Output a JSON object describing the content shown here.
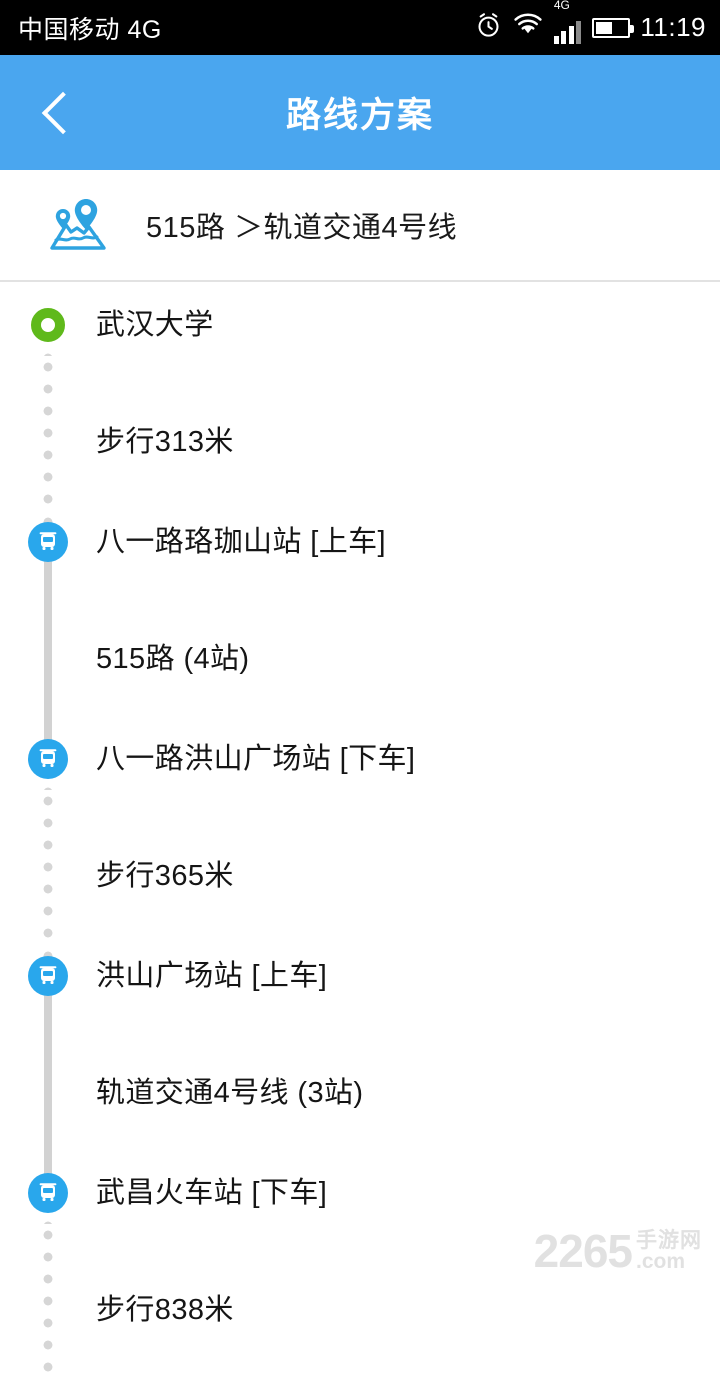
{
  "status_bar": {
    "carrier": "中国移动 4G",
    "time": "11:19",
    "network_label": "4G",
    "icons": [
      "alarm-clock-icon",
      "wifi-icon",
      "signal-bars-icon",
      "battery-icon"
    ],
    "battery_level_percent": 46
  },
  "app_bar": {
    "title": "路线方案",
    "back_label": "back-chevron-icon"
  },
  "summary": {
    "icon": "map-pins-icon",
    "text": "515路 ＞轨道交通4号线"
  },
  "colors": {
    "accent_blue": "#4aa6ef",
    "marker_blue": "#29a7ec",
    "start_green": "#5fb91b",
    "rail_gray": "#d2d2d2",
    "text": "#151515",
    "status_bar_bg": "#000000",
    "watermark_gray": "#c9c9c9"
  },
  "route_steps": [
    {
      "kind": "start",
      "marker": "start-ring-icon",
      "label": "武汉大学"
    },
    {
      "kind": "walk",
      "line": "dotted",
      "label": "步行313米"
    },
    {
      "kind": "stop",
      "marker": "bus-icon",
      "label": "八一路珞珈山站 [上车]"
    },
    {
      "kind": "ride",
      "line": "solid",
      "label": "515路 (4站)"
    },
    {
      "kind": "stop",
      "marker": "bus-icon",
      "label": "八一路洪山广场站 [下车]"
    },
    {
      "kind": "walk",
      "line": "dotted",
      "label": "步行365米"
    },
    {
      "kind": "stop",
      "marker": "bus-icon",
      "label": "洪山广场站 [上车]"
    },
    {
      "kind": "ride",
      "line": "solid",
      "label": "轨道交通4号线 (3站)"
    },
    {
      "kind": "stop",
      "marker": "bus-icon",
      "label": "武昌火车站 [下车]"
    },
    {
      "kind": "walk",
      "line": "dotted",
      "label": "步行838米"
    }
  ],
  "watermark": {
    "number": "2265",
    "cn": "手游网",
    "domain": ".com"
  }
}
